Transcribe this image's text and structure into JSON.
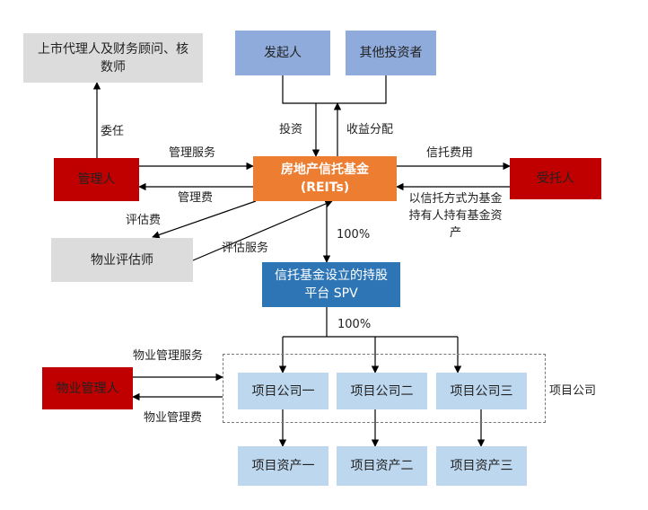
{
  "nodes": {
    "listing_agent": "上市代理人及财务顾问、核数师",
    "sponsor": "发起人",
    "other_investors": "其他投资者",
    "manager": "管理人",
    "reits_line1": "房地产信托基金",
    "reits_line2": "(REITs)",
    "trustee": "受托人",
    "valuer": "物业评估师",
    "spv_line1": "信托基金设立的持股",
    "spv_line2": "平台 SPV",
    "property_manager": "物业管理人",
    "company_1": "项目公司一",
    "company_2": "项目公司二",
    "company_3": "项目公司三",
    "asset_1": "项目资产一",
    "asset_2": "项目资产二",
    "asset_3": "项目资产三"
  },
  "labels": {
    "appoint": "委任",
    "investment": "投资",
    "income_distribution": "收益分配",
    "management_service": "管理服务",
    "management_fee": "管理费",
    "trust_fee": "信托费用",
    "trust_holding": "以信托方式为基金持有人持有基金资产",
    "valuation_fee": "评估费",
    "valuation_service": "评估服务",
    "pct_spv": "100%",
    "pct_companies": "100%",
    "property_mgmt_service": "物业管理服务",
    "property_mgmt_fee": "物业管理费",
    "project_company": "项目公司"
  },
  "colors": {
    "grey": "#dcdcdc",
    "blue": "#8fabdb",
    "red": "#c00000",
    "orange": "#ed7d31",
    "darkblue": "#2e75b6",
    "lightblue": "#bdd7ee",
    "line": "#000000"
  }
}
